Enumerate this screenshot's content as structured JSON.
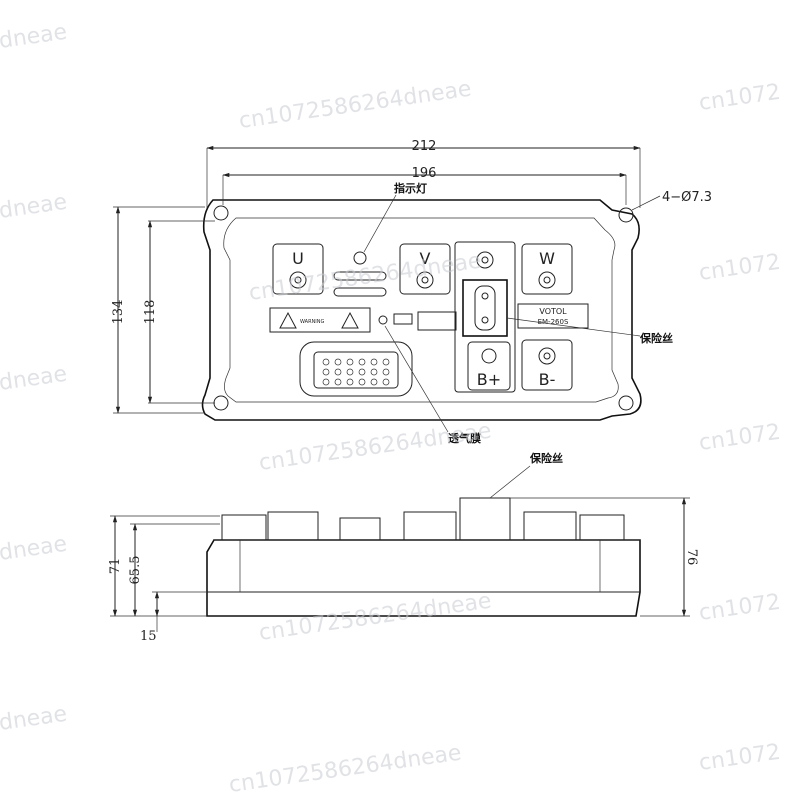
{
  "top_view": {
    "dim_overall_width": "212",
    "dim_hole_spacing": "196",
    "dim_overall_height": "134",
    "dim_hole_height": "118",
    "hole_spec": "4−Ø7.3",
    "label_indicator": "指示灯",
    "label_fuse": "保险丝",
    "label_vent": "透气膜",
    "terminals": [
      "U",
      "V",
      "W",
      "B+",
      "B-"
    ],
    "warning_text": "WARNING",
    "brand_line1": "VOTOL",
    "brand_line2": "EM-260S"
  },
  "side_view": {
    "label_fuse": "保险丝",
    "dim_71": "71",
    "dim_65_5": "65.5",
    "dim_76": "76",
    "dim_15": "15"
  },
  "watermark": {
    "code": "cn1072586264dneae",
    "short": "dneae",
    "partial": "cn1072"
  }
}
